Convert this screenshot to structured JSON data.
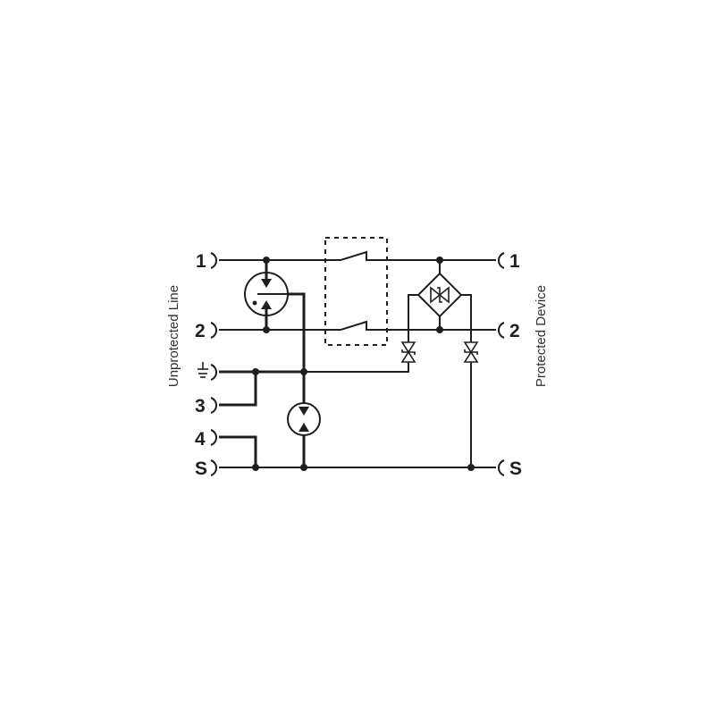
{
  "diagram": {
    "type": "surge-protection-schematic",
    "left_side_label": "Unprotected Line",
    "right_side_label": "Protected Device",
    "left_terminals": [
      {
        "id": "1",
        "label": "1"
      },
      {
        "id": "2",
        "label": "2"
      },
      {
        "id": "ground",
        "label": "ground-symbol"
      },
      {
        "id": "3",
        "label": "3"
      },
      {
        "id": "4",
        "label": "4"
      },
      {
        "id": "S",
        "label": "S"
      }
    ],
    "right_terminals": [
      {
        "id": "1",
        "label": "1"
      },
      {
        "id": "2",
        "label": "2"
      },
      {
        "id": "S",
        "label": "S"
      }
    ],
    "components": [
      "three-electrode-gas-discharge-tube",
      "two-electrode-gas-discharge-tube",
      "decoupling-switch-pair-dashed-box",
      "tvs-diode-bridge",
      "tvs-diode-line1-to-ground",
      "tvs-diode-line2-to-shield"
    ],
    "colors": {
      "line": "#1e1e1e",
      "background": "#ffffff",
      "label": "#333333"
    }
  }
}
